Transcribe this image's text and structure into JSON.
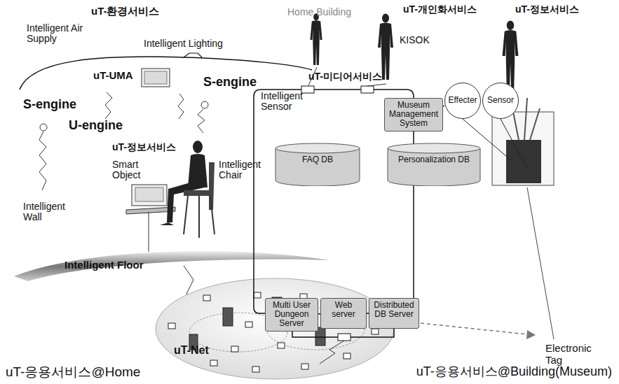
{
  "diagram": {
    "nodes": [
      {
        "text": [
          "Museum Management System"
        ]
      },
      {
        "text": [
          "Effecter"
        ]
      },
      {
        "text": [
          "Sensor"
        ]
      },
      {
        "text": [
          "FAQ DB"
        ]
      },
      {
        "text": [
          "Personalization DB"
        ]
      },
      {
        "text": [
          "Multi User Dungeon Server"
        ]
      },
      {
        "text": [
          "Web server"
        ]
      },
      {
        "text": [
          "Distributed DB Server"
        ]
      }
    ],
    "edges": [
      {
        "from": 0,
        "to": 1,
        "arrow": "none"
      },
      {
        "from": 5,
        "to": 6,
        "arrow": "none"
      },
      {
        "from": 6,
        "to": 7,
        "arrow": "none"
      }
    ],
    "labels": [
      "uT-환경서비스",
      "Intelligent Air Supply",
      "Intelligent Lighting",
      "uT-UMA",
      "S-engine",
      "U-engine",
      "S-engine",
      "Intelligent Sensor",
      "uT-정보서비스",
      "Smart Object",
      "Intelligent Chair",
      "Intelligent Wall",
      "Intelligent Floor",
      "uT-Net",
      "uT-응용서비스@Home",
      "Home Building",
      "uT-개인화서비스",
      "KISOK",
      "uT-정보서비스",
      "uT-미디어서비스",
      "Electronic Tag",
      "uT-응용서비스@Building(Museum)"
    ]
  }
}
